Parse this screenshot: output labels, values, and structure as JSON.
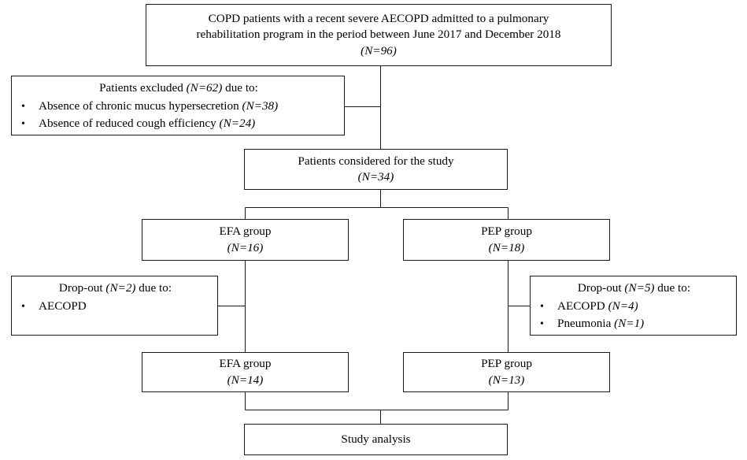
{
  "diagram": {
    "title": "COPD pulmonary rehabilitation study flow diagram",
    "type": "consort-flow-chart",
    "line_color": "#1a1a1a",
    "box_border_color": "#1a1a1a",
    "background_color": "#ffffff",
    "text_color": "#000000"
  },
  "nodes": {
    "enrollment": {
      "line1": "COPD patients with a recent severe AECOPD admitted to a pulmonary",
      "line2": "rehabilitation program in the period between June 2017 and December 2018",
      "count": "(N=96)"
    },
    "excluded": {
      "heading_text": "Patients excluded ",
      "heading_count": "(N=62)",
      "heading_tail": " due to:",
      "bullet_mark": "•",
      "items": [
        {
          "text": "Absence of chronic mucus hypersecretion ",
          "count": "(N=38)"
        },
        {
          "text": "Absence of reduced cough efficiency ",
          "count": "(N=24)"
        }
      ]
    },
    "considered": {
      "label": "Patients considered for the study",
      "count": "(N=34)"
    },
    "efa_allocated": {
      "label": "EFA group",
      "count": "(N=16)"
    },
    "pep_allocated": {
      "label": "PEP group",
      "count": "(N=18)"
    },
    "dropout_efa": {
      "heading_text": "Drop-out ",
      "heading_count": "(N=2)",
      "heading_tail": " due to:",
      "bullet_mark": "•",
      "items": [
        {
          "text": "AECOPD",
          "count": ""
        }
      ]
    },
    "dropout_pep": {
      "heading_text": "Drop-out ",
      "heading_count": "(N=5)",
      "heading_tail": " due to:",
      "bullet_mark": "•",
      "items": [
        {
          "text": "AECOPD ",
          "count": "(N=4)"
        },
        {
          "text": "Pneumonia ",
          "count": "(N=1)"
        }
      ]
    },
    "efa_final": {
      "label": "EFA group",
      "count": "(N=14)"
    },
    "pep_final": {
      "label": "PEP group",
      "count": "(N=13)"
    },
    "analysis": {
      "label": "Study analysis"
    }
  }
}
